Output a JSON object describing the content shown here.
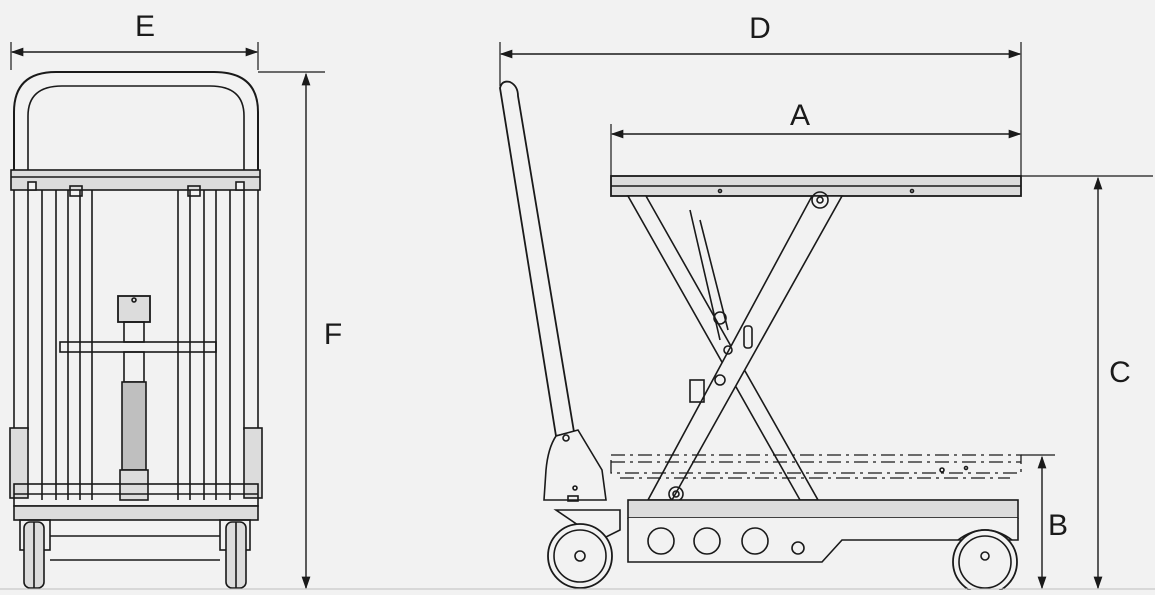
{
  "diagram": {
    "labels": {
      "overall_width": "E",
      "overall_length": "D",
      "platform_length": "A",
      "overall_height": "F",
      "max_platform_height": "C",
      "min_platform_height": "B"
    },
    "colors": {
      "background": "#f2f2f2",
      "line": "#1a1a1a",
      "fill_light": "#dcdcdc",
      "fill_mid": "#bfbfbf"
    }
  }
}
